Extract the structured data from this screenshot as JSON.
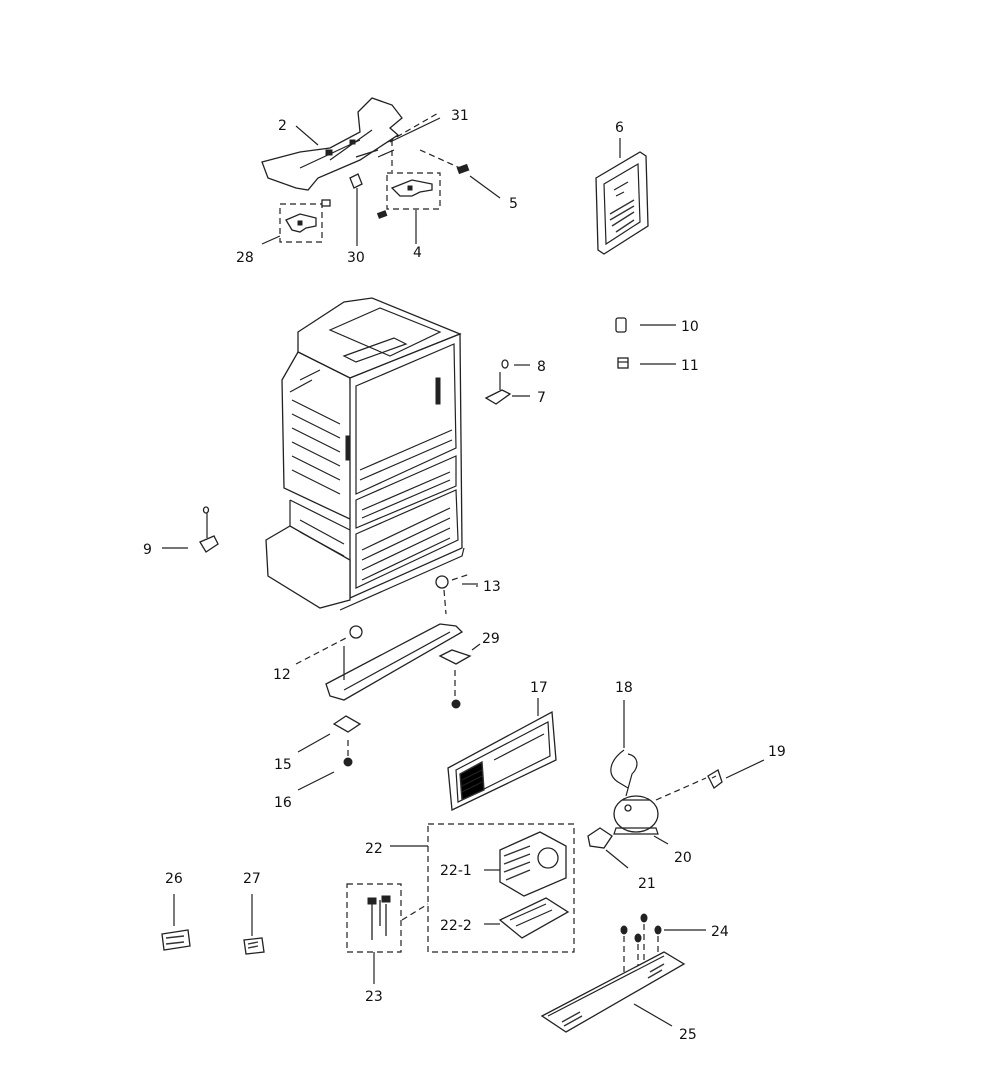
{
  "callouts": {
    "c2": "2",
    "c31": "31",
    "c6": "6",
    "c5": "5",
    "c28": "28",
    "c30": "30",
    "c4": "4",
    "c10": "10",
    "c11": "11",
    "c8": "8",
    "c7": "7",
    "c9": "9",
    "c13": "13",
    "c29": "29",
    "c12": "12",
    "c17": "17",
    "c18": "18",
    "c19": "19",
    "c15": "15",
    "c16": "16",
    "c22": "22",
    "c22_1": "22-1",
    "c22_2": "22-2",
    "c20": "20",
    "c21": "21",
    "c26": "26",
    "c27": "27",
    "c24": "24",
    "c23": "23",
    "c25": "25"
  }
}
